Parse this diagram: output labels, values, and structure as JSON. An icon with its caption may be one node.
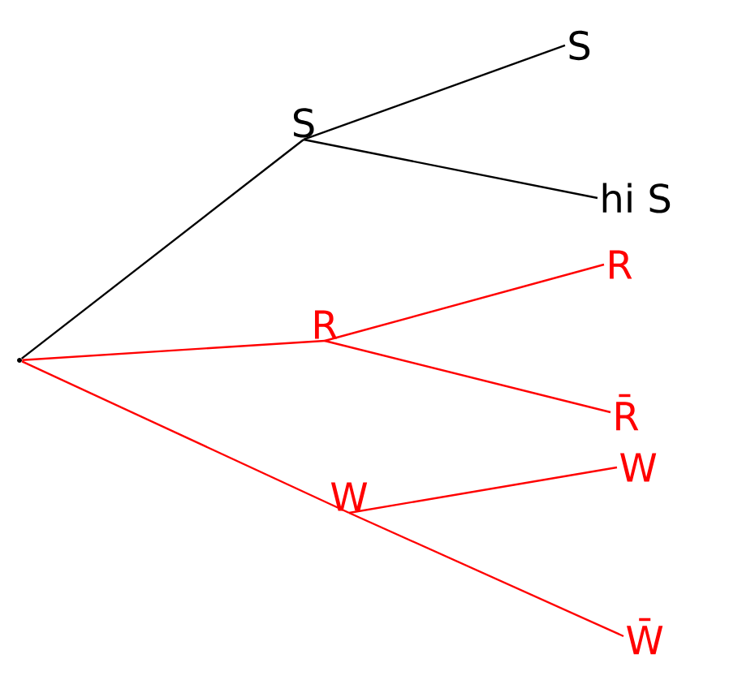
{
  "diagram": {
    "nodes": [
      {
        "text": [],
        "shape": "dot"
      },
      {
        "text": [
          "S"
        ]
      },
      {
        "text": [
          "R"
        ]
      },
      {
        "text": [
          "W"
        ]
      },
      {
        "text": [
          "S"
        ]
      },
      {
        "text": [
          "hi S"
        ]
      },
      {
        "text": [
          "R"
        ]
      },
      {
        "text": [
          "R̄"
        ]
      },
      {
        "text": [
          "W"
        ]
      },
      {
        "text": [
          "W̄"
        ]
      }
    ],
    "edges": [
      {
        "from": 0,
        "to": 1,
        "arrow": "none",
        "color": "#000000"
      },
      {
        "from": 1,
        "to": 4,
        "arrow": "none",
        "color": "#000000"
      },
      {
        "from": 1,
        "to": 5,
        "arrow": "none",
        "color": "#000000"
      },
      {
        "from": 0,
        "to": 2,
        "arrow": "none"
      },
      {
        "from": 2,
        "to": 6,
        "arrow": "none"
      },
      {
        "from": 2,
        "to": 7,
        "arrow": "none"
      },
      {
        "from": 0,
        "to": 3,
        "arrow": "none"
      },
      {
        "from": 3,
        "to": 8,
        "arrow": "none"
      },
      {
        "from": 3,
        "to": 9,
        "arrow": "none"
      }
    ]
  }
}
